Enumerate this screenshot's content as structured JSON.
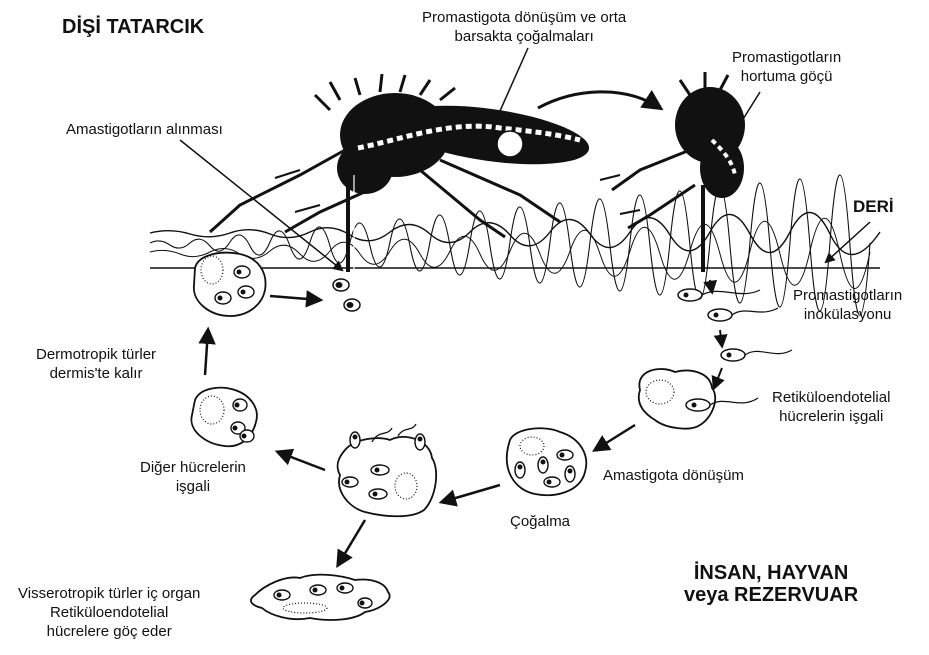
{
  "title_vector": "DİŞİ TATARCIK",
  "title_host": [
    "İNSAN, HAYVAN",
    "veya REZERVUAR"
  ],
  "skin_label": "DERİ",
  "labels": {
    "amastigote_uptake": "Amastigotların alınması",
    "midgut": [
      "Promastigota dönüşüm ve orta",
      "barsakta çoğalmaları"
    ],
    "proboscis": [
      "Promastigotların",
      "hortuma göçü"
    ],
    "inoculation": [
      "Promastigotların",
      "inokülasyonu"
    ],
    "reticulo": [
      "Retiküloendotelial",
      "hücrelerin işgali"
    ],
    "amastigote_transform": "Amastigota dönüşüm",
    "multiplication": "Çoğalma",
    "other_cells": [
      "Diğer hücrelerin",
      "işgali"
    ],
    "dermotropic": [
      "Dermotropik türler",
      "dermis'te kalır"
    ],
    "viscerotropic": [
      "Visserotropik türler iç organ",
      "Retiküloendotelial",
      "hücrelere göç eder"
    ]
  }
}
